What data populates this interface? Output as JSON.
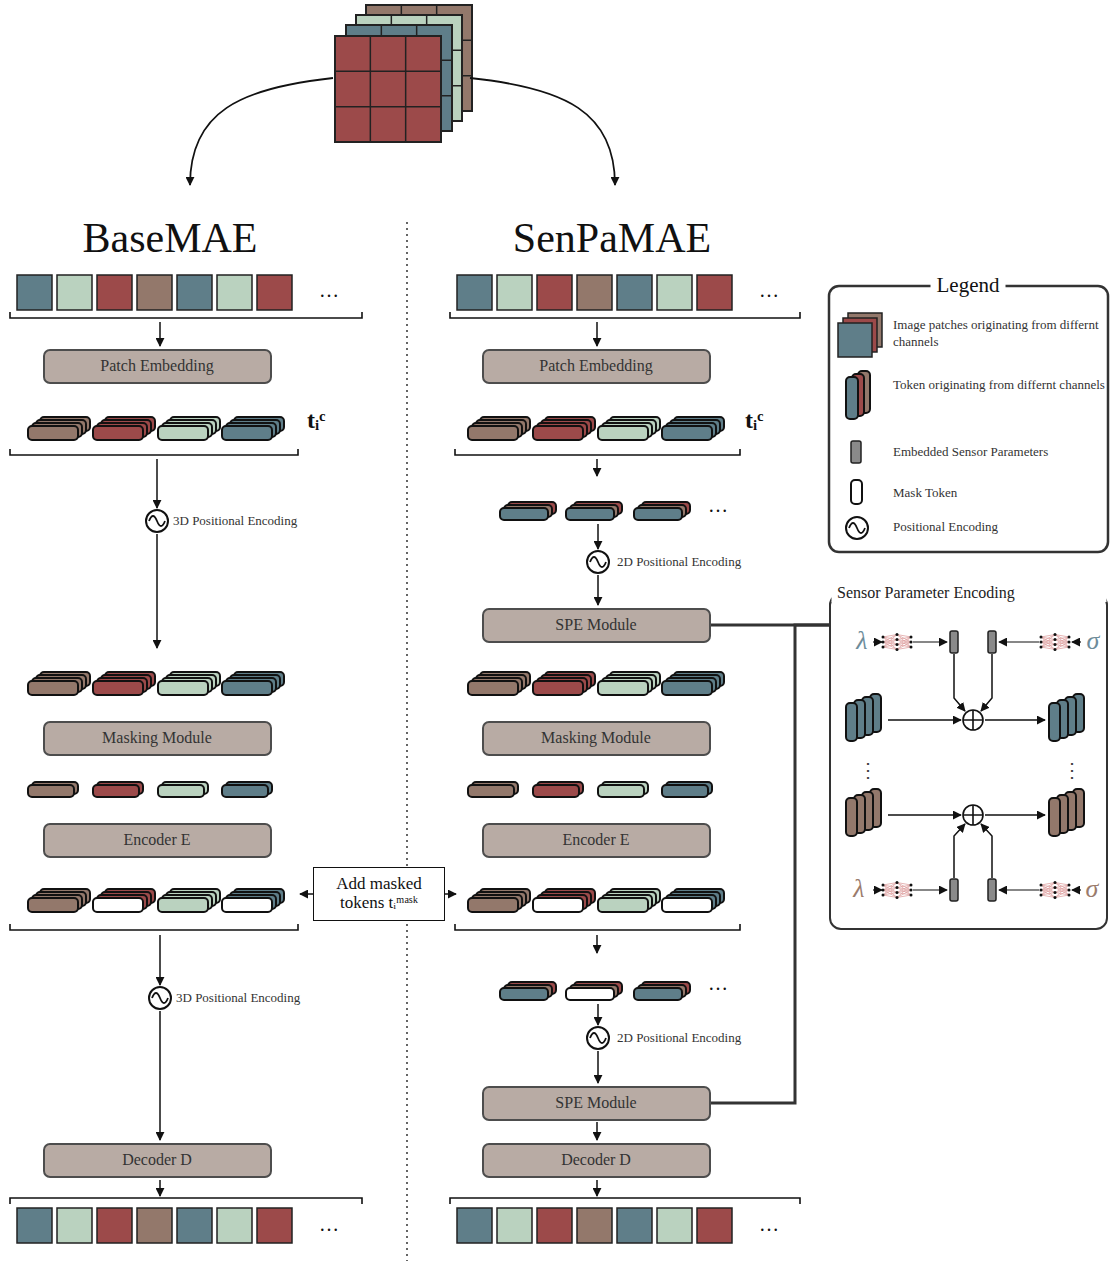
{
  "diagram": {
    "nodes": [
      {
        "text": [
          "Patch Embedding"
        ]
      },
      {
        "text": [
          "Masking Module"
        ]
      },
      {
        "text": [
          "Encoder E"
        ]
      },
      {
        "text": [
          "Decoder D"
        ]
      },
      {
        "text": [
          "Add masked tokens tᵢᵐᵃˢᵏ"
        ]
      },
      {
        "text": [
          "Patch Embedding"
        ]
      },
      {
        "text": [
          "SPE Module"
        ]
      },
      {
        "text": [
          "Masking Module"
        ]
      },
      {
        "text": [
          "Encoder E"
        ]
      },
      {
        "text": [
          "SPE Module"
        ]
      },
      {
        "text": [
          "Decoder D"
        ]
      },
      {
        "text": [
          "Sensor Parameter Encoding"
        ]
      }
    ],
    "edges": [
      {
        "from": 6,
        "to": 11,
        "arrow": "none"
      },
      {
        "from": 9,
        "to": 11,
        "arrow": "none"
      }
    ],
    "labels": [
      "BaseMAE",
      "SenPaMAE",
      "…",
      "…",
      "tᵢᶜ",
      "tᵢᶜ",
      "3D Positional Encoding",
      "…",
      "2D Positional Encoding",
      "3D Positional Encoding",
      "…",
      "2D Positional Encoding",
      "…",
      "…",
      "Legend",
      "λ",
      "σ",
      "⋮",
      "⋮",
      "λ",
      "σ"
    ],
    "legend": [
      {
        "text": "Image patches originating from differnt channels"
      },
      {
        "text": "Token originating from differnt channels"
      },
      {
        "text": "Embedded Sensor Parameters"
      },
      {
        "text": "Mask Token"
      },
      {
        "text": "Positional Encoding"
      }
    ]
  }
}
